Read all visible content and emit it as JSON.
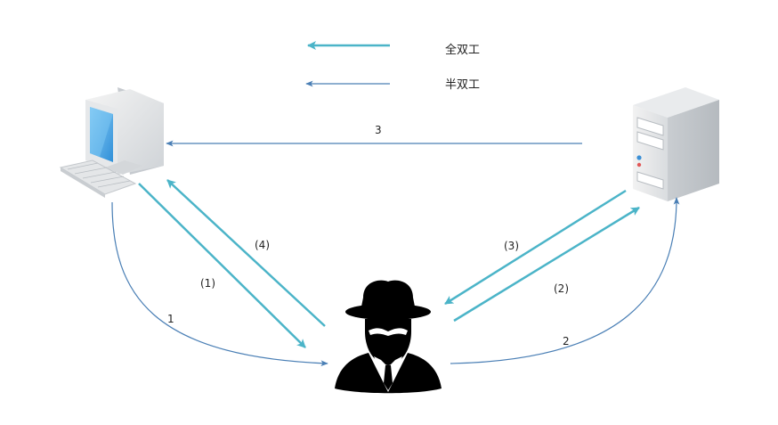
{
  "legend": {
    "full_duplex": "全双工",
    "half_duplex": "半双工"
  },
  "labels": {
    "step_3": "3",
    "step_paren_4": "(4)",
    "step_paren_1": "(1)",
    "step_1": "1",
    "step_paren_3": "(3)",
    "step_paren_2": "(2)",
    "step_2": "2"
  },
  "colors": {
    "full_duplex": "#4BB4C8",
    "half_duplex": "#4A7FB5",
    "attacker": "#000000"
  },
  "icons": {
    "client": "desktop-computer-icon",
    "server": "server-tower-icon",
    "attacker": "hacker-icon"
  }
}
